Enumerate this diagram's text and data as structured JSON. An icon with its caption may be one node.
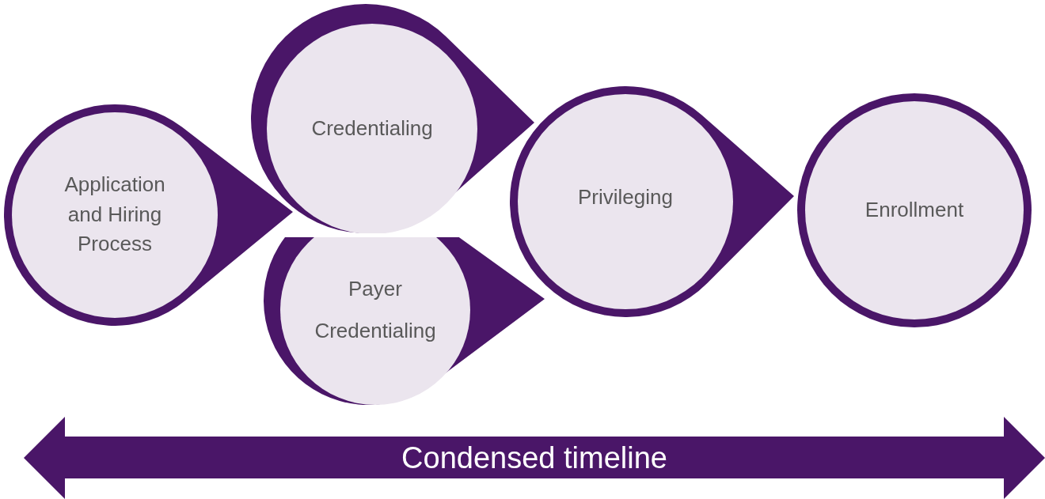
{
  "diagram": {
    "nodes": [
      {
        "text": [
          "Application and Hiring Process"
        ]
      },
      {
        "text": [
          "Credentialing"
        ]
      },
      {
        "text": [
          "Payer Credentialing"
        ]
      },
      {
        "text": [
          "Privileging"
        ]
      },
      {
        "text": [
          "Enrollment"
        ]
      },
      {
        "text": [
          "Condensed timeline"
        ]
      }
    ]
  }
}
